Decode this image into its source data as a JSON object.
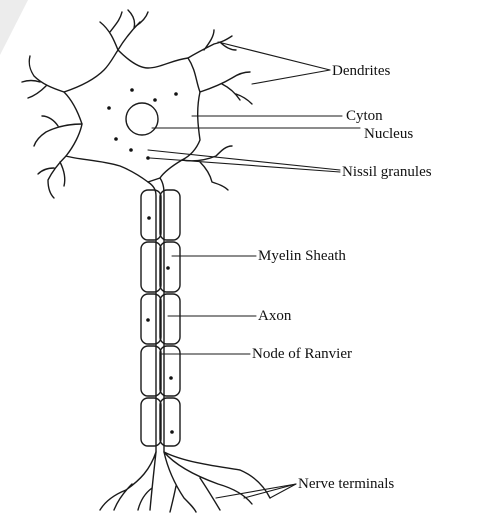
{
  "labels": {
    "dendrites": "Dendrites",
    "cyton": "Cyton",
    "nucleus": "Nucleus",
    "nissil_granules": "Nissil granules",
    "myelin_sheath": "Myelin Sheath",
    "axon": "Axon",
    "node_of_ranvier": "Node of Ranvier",
    "nerve_terminals": "Nerve terminals"
  },
  "colors": {
    "line": "#1a1a1a",
    "text": "#111111",
    "corner_mark": "#e6e6e6"
  }
}
